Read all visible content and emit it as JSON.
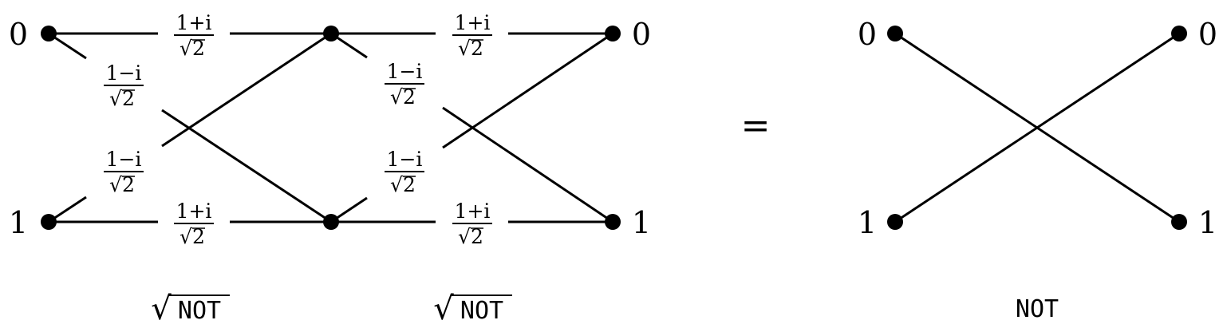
{
  "basis": {
    "zero": "0",
    "one": "1"
  },
  "amplitudes": {
    "plus_num": "1+i",
    "minus_num": "1−i",
    "den": "2",
    "radical_sign": "√"
  },
  "equals": "=",
  "gates": {
    "sqrt_not_radical": "√",
    "sqrt_not": "NOT",
    "not": "NOT"
  }
}
